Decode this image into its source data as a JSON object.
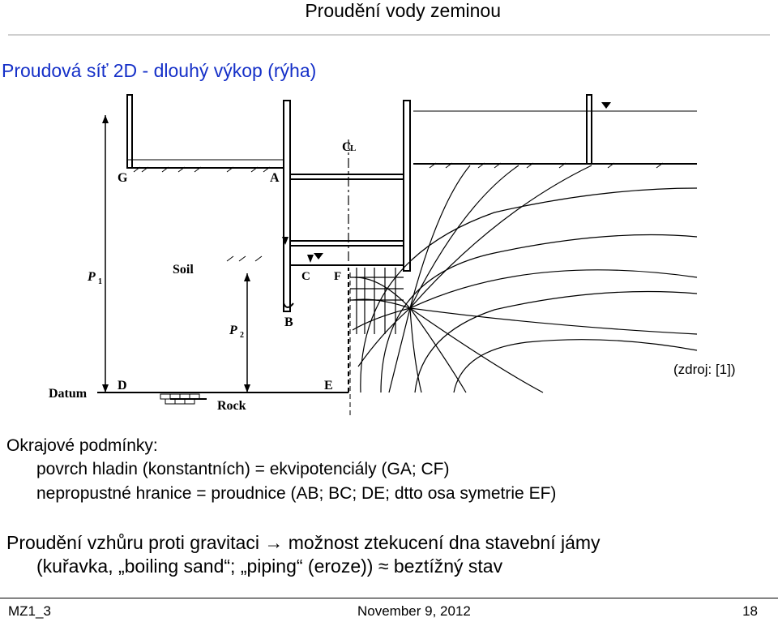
{
  "header": {
    "title": "Proudění vody zeminou"
  },
  "slide": {
    "subtitle": "Proudová síť 2D  - dlouhý výkop (rýha)",
    "source_note": "(zdroj: [1])"
  },
  "figure": {
    "labels": {
      "g": "G",
      "a": "A",
      "b": "B",
      "c": "C",
      "f": "F",
      "d": "D",
      "e": "E",
      "soil": "Soil",
      "rock": "Rock",
      "datum": "Datum",
      "p1": "P",
      "p1_sub": "1",
      "p2": "P",
      "p2_sub": "2",
      "centerline": "C",
      "centerline_sub": "L"
    }
  },
  "boundary_conditions": {
    "heading": "Okrajové podmínky:",
    "line1": "povrch hladin (konstantních) = ekvipotenciály  (GA; CF)",
    "line2": "nepropustné hranice = proudnice (AB; BC; DE; dtto osa symetrie EF)"
  },
  "flow_text": {
    "line1": "Proudění vzhůru proti gravitaci → možnost ztekucení dna stavební jámy",
    "line2": "(kuřavka, „boiling sand“; „piping“ (eroze)) ≈ beztížný stav"
  },
  "footer": {
    "left": "MZ1_3",
    "center": "November 9, 2012",
    "right": "18"
  }
}
